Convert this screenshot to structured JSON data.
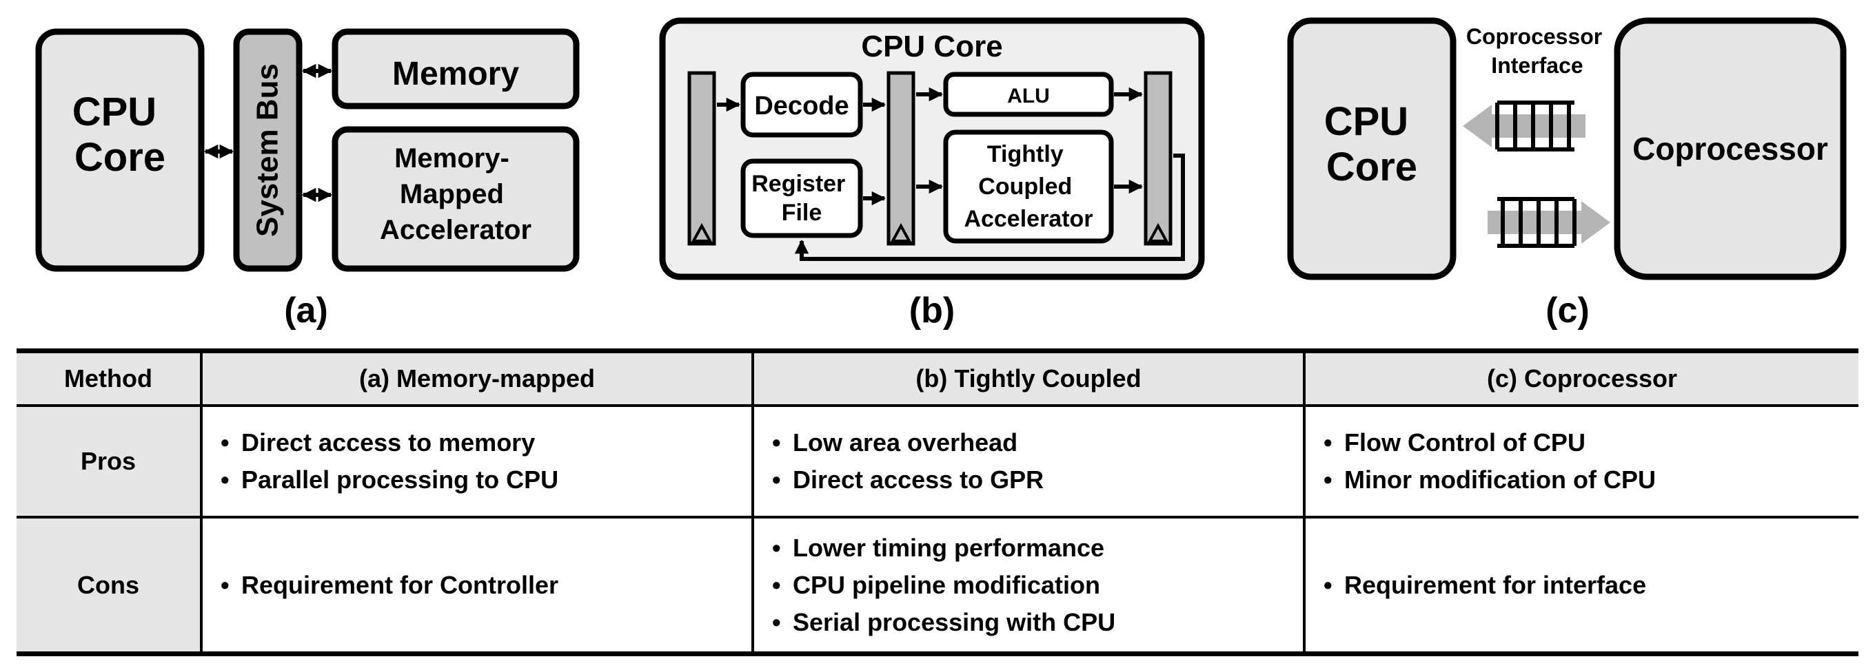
{
  "diagram_a": {
    "cpu_core": [
      "CPU",
      "Core"
    ],
    "system_bus": "System Bus",
    "memory": "Memory",
    "accelerator": [
      "Memory-",
      "Mapped",
      "Accelerator"
    ],
    "caption": "(a)"
  },
  "diagram_b": {
    "title": "CPU Core",
    "decode": "Decode",
    "register_file": [
      "Register",
      "File"
    ],
    "alu": "ALU",
    "accelerator": [
      "Tightly",
      "Coupled",
      "Accelerator"
    ],
    "caption": "(b)"
  },
  "diagram_c": {
    "interface_label": [
      "Coprocessor",
      "Interface"
    ],
    "cpu_core": [
      "CPU",
      "Core"
    ],
    "coprocessor": "Coprocessor",
    "caption": "(c)"
  },
  "table": {
    "headers": [
      "Method",
      "(a) Memory-mapped",
      "(b) Tightly Coupled",
      "(c) Coprocessor"
    ],
    "rows": [
      {
        "label": "Pros",
        "memory_mapped": [
          "Direct access to memory",
          "Parallel processing to CPU"
        ],
        "tightly_coupled": [
          "Low area overhead",
          "Direct access to GPR"
        ],
        "coprocessor": [
          "Flow Control of CPU",
          "Minor modification of CPU"
        ]
      },
      {
        "label": "Cons",
        "memory_mapped": [
          "Requirement for Controller"
        ],
        "tightly_coupled": [
          "Lower timing performance",
          "CPU pipeline modification",
          "Serial processing with CPU"
        ],
        "coprocessor": [
          "Requirement for interface"
        ]
      }
    ]
  }
}
